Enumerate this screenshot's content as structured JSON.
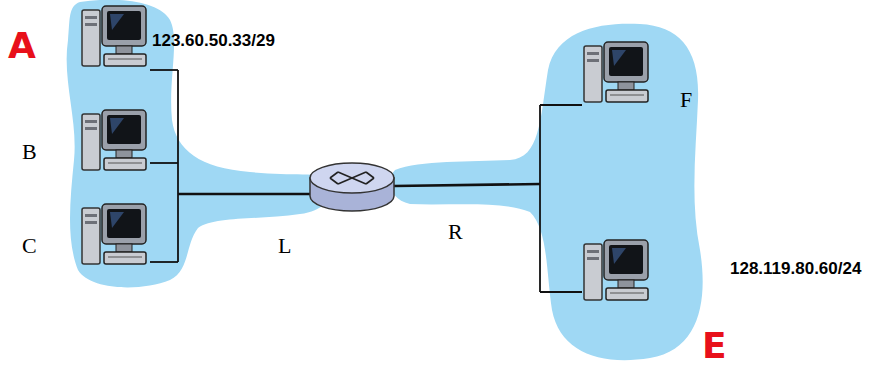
{
  "diagram": {
    "labels": [
      "A",
      "123.60.50.33/29",
      "B",
      "C",
      "L",
      "R",
      "F",
      "128.119.80.60/24",
      "E"
    ]
  }
}
